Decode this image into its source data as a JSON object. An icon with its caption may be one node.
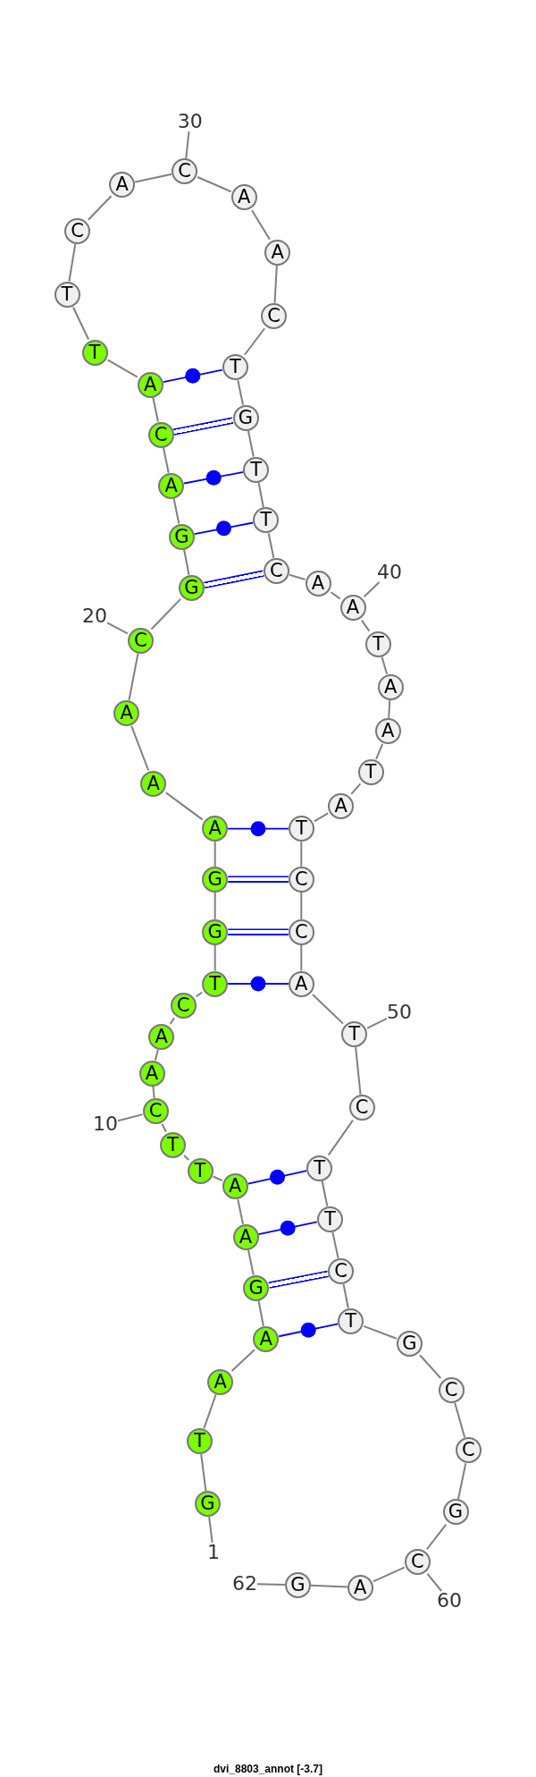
{
  "diagram": {
    "caption": "dvi_8803_annot [-3.7]",
    "nodes": [
      {
        "text": [
          "G"
        ]
      },
      {
        "text": [
          "T"
        ]
      },
      {
        "text": [
          "A"
        ]
      },
      {
        "text": [
          "A"
        ]
      },
      {
        "text": [
          "G"
        ]
      },
      {
        "text": [
          "A"
        ]
      },
      {
        "text": [
          "A"
        ]
      },
      {
        "text": [
          "T"
        ]
      },
      {
        "text": [
          "T"
        ]
      },
      {
        "text": [
          "C"
        ]
      },
      {
        "text": [
          "A"
        ]
      },
      {
        "text": [
          "A"
        ]
      },
      {
        "text": [
          "C"
        ]
      },
      {
        "text": [
          "T"
        ]
      },
      {
        "text": [
          "G"
        ]
      },
      {
        "text": [
          "G"
        ]
      },
      {
        "text": [
          "A"
        ]
      },
      {
        "text": [
          "A"
        ]
      },
      {
        "text": [
          "A"
        ]
      },
      {
        "text": [
          "C"
        ]
      },
      {
        "text": [
          "G"
        ]
      },
      {
        "text": [
          "G"
        ]
      },
      {
        "text": [
          "A"
        ]
      },
      {
        "text": [
          "C"
        ]
      },
      {
        "text": [
          "A"
        ]
      },
      {
        "text": [
          "T"
        ]
      },
      {
        "text": [
          "T"
        ]
      },
      {
        "text": [
          "C"
        ]
      },
      {
        "text": [
          "A"
        ]
      },
      {
        "text": [
          "C"
        ]
      },
      {
        "text": [
          "A"
        ]
      },
      {
        "text": [
          "A"
        ]
      },
      {
        "text": [
          "C"
        ]
      },
      {
        "text": [
          "T"
        ]
      },
      {
        "text": [
          "G"
        ]
      },
      {
        "text": [
          "T"
        ]
      },
      {
        "text": [
          "T"
        ]
      },
      {
        "text": [
          "C"
        ]
      },
      {
        "text": [
          "A"
        ]
      },
      {
        "text": [
          "A"
        ]
      },
      {
        "text": [
          "T"
        ]
      },
      {
        "text": [
          "A"
        ]
      },
      {
        "text": [
          "A"
        ]
      },
      {
        "text": [
          "T"
        ]
      },
      {
        "text": [
          "A"
        ]
      },
      {
        "text": [
          "T"
        ]
      },
      {
        "text": [
          "C"
        ]
      },
      {
        "text": [
          "C"
        ]
      },
      {
        "text": [
          "A"
        ]
      },
      {
        "text": [
          "T"
        ]
      },
      {
        "text": [
          "C"
        ]
      },
      {
        "text": [
          "T"
        ]
      },
      {
        "text": [
          "T"
        ]
      },
      {
        "text": [
          "C"
        ]
      },
      {
        "text": [
          "T"
        ]
      },
      {
        "text": [
          "G"
        ]
      },
      {
        "text": [
          "C"
        ]
      },
      {
        "text": [
          "C"
        ]
      },
      {
        "text": [
          "G"
        ]
      },
      {
        "text": [
          "C"
        ]
      },
      {
        "text": [
          "A"
        ]
      },
      {
        "text": [
          "G"
        ]
      },
      {
        "text": [
          "1"
        ]
      },
      {
        "text": [
          "10"
        ]
      },
      {
        "text": [
          "20"
        ]
      },
      {
        "text": [
          "30"
        ]
      },
      {
        "text": [
          "40"
        ]
      },
      {
        "text": [
          "50"
        ]
      },
      {
        "text": [
          "60"
        ]
      },
      {
        "text": [
          "62"
        ]
      }
    ],
    "edges": [
      {
        "from": 0,
        "to": 1,
        "arrow": "none"
      },
      {
        "from": 1,
        "to": 2,
        "arrow": "none"
      },
      {
        "from": 2,
        "to": 3,
        "arrow": "none"
      },
      {
        "from": 3,
        "to": 4,
        "arrow": "none"
      },
      {
        "from": 4,
        "to": 5,
        "arrow": "none"
      },
      {
        "from": 5,
        "to": 6,
        "arrow": "none"
      },
      {
        "from": 6,
        "to": 7,
        "arrow": "none"
      },
      {
        "from": 7,
        "to": 8,
        "arrow": "none"
      },
      {
        "from": 8,
        "to": 9,
        "arrow": "none"
      },
      {
        "from": 9,
        "to": 10,
        "arrow": "none"
      },
      {
        "from": 10,
        "to": 11,
        "arrow": "none"
      },
      {
        "from": 11,
        "to": 12,
        "arrow": "none"
      },
      {
        "from": 12,
        "to": 13,
        "arrow": "none"
      },
      {
        "from": 13,
        "to": 14,
        "arrow": "none"
      },
      {
        "from": 14,
        "to": 15,
        "arrow": "none"
      },
      {
        "from": 15,
        "to": 16,
        "arrow": "none"
      },
      {
        "from": 16,
        "to": 17,
        "arrow": "none"
      },
      {
        "from": 17,
        "to": 18,
        "arrow": "none"
      },
      {
        "from": 18,
        "to": 19,
        "arrow": "none"
      },
      {
        "from": 19,
        "to": 20,
        "arrow": "none"
      },
      {
        "from": 20,
        "to": 21,
        "arrow": "none"
      },
      {
        "from": 21,
        "to": 22,
        "arrow": "none"
      },
      {
        "from": 22,
        "to": 23,
        "arrow": "none"
      },
      {
        "from": 23,
        "to": 24,
        "arrow": "none"
      },
      {
        "from": 24,
        "to": 25,
        "arrow": "none"
      },
      {
        "from": 25,
        "to": 26,
        "arrow": "none"
      },
      {
        "from": 26,
        "to": 27,
        "arrow": "none"
      },
      {
        "from": 27,
        "to": 28,
        "arrow": "none"
      },
      {
        "from": 28,
        "to": 29,
        "arrow": "none"
      },
      {
        "from": 29,
        "to": 30,
        "arrow": "none"
      },
      {
        "from": 30,
        "to": 31,
        "arrow": "none"
      },
      {
        "from": 31,
        "to": 32,
        "arrow": "none"
      },
      {
        "from": 32,
        "to": 33,
        "arrow": "none"
      },
      {
        "from": 33,
        "to": 34,
        "arrow": "none"
      },
      {
        "from": 34,
        "to": 35,
        "arrow": "none"
      },
      {
        "from": 35,
        "to": 36,
        "arrow": "none"
      },
      {
        "from": 36,
        "to": 37,
        "arrow": "none"
      },
      {
        "from": 37,
        "to": 38,
        "arrow": "none"
      },
      {
        "from": 38,
        "to": 39,
        "arrow": "none"
      },
      {
        "from": 39,
        "to": 40,
        "arrow": "none"
      },
      {
        "from": 40,
        "to": 41,
        "arrow": "none"
      },
      {
        "from": 41,
        "to": 42,
        "arrow": "none"
      },
      {
        "from": 42,
        "to": 43,
        "arrow": "none"
      },
      {
        "from": 43,
        "to": 44,
        "arrow": "none"
      },
      {
        "from": 44,
        "to": 45,
        "arrow": "none"
      },
      {
        "from": 45,
        "to": 46,
        "arrow": "none"
      },
      {
        "from": 46,
        "to": 47,
        "arrow": "none"
      },
      {
        "from": 47,
        "to": 48,
        "arrow": "none"
      },
      {
        "from": 48,
        "to": 49,
        "arrow": "none"
      },
      {
        "from": 49,
        "to": 50,
        "arrow": "none"
      },
      {
        "from": 50,
        "to": 51,
        "arrow": "none"
      },
      {
        "from": 51,
        "to": 52,
        "arrow": "none"
      },
      {
        "from": 52,
        "to": 53,
        "arrow": "none"
      },
      {
        "from": 53,
        "to": 54,
        "arrow": "none"
      },
      {
        "from": 54,
        "to": 55,
        "arrow": "none"
      },
      {
        "from": 55,
        "to": 56,
        "arrow": "none"
      },
      {
        "from": 56,
        "to": 57,
        "arrow": "none"
      },
      {
        "from": 57,
        "to": 58,
        "arrow": "none"
      },
      {
        "from": 58,
        "to": 59,
        "arrow": "none"
      },
      {
        "from": 59,
        "to": 60,
        "arrow": "none"
      },
      {
        "from": 60,
        "to": 61,
        "arrow": "none"
      },
      {
        "from": 16,
        "to": 45,
        "arrow": "none",
        "color": "#0000ff"
      },
      {
        "from": 15,
        "to": 46,
        "arrow": "none",
        "style": "thick",
        "color": "#0000ff"
      },
      {
        "from": 14,
        "to": 47,
        "arrow": "none",
        "style": "thick",
        "color": "#0000ff"
      },
      {
        "from": 13,
        "to": 48,
        "arrow": "none",
        "color": "#0000ff"
      },
      {
        "from": 20,
        "to": 37,
        "arrow": "none",
        "style": "thick",
        "color": "#0000ff"
      },
      {
        "from": 21,
        "to": 36,
        "arrow": "none",
        "color": "#0000ff"
      },
      {
        "from": 22,
        "to": 35,
        "arrow": "none",
        "color": "#0000ff"
      },
      {
        "from": 23,
        "to": 34,
        "arrow": "none",
        "style": "thick",
        "color": "#0000ff"
      },
      {
        "from": 24,
        "to": 33,
        "arrow": "none",
        "color": "#0000ff"
      },
      {
        "from": 3,
        "to": 54,
        "arrow": "none",
        "color": "#0000ff"
      },
      {
        "from": 4,
        "to": 53,
        "arrow": "none",
        "style": "thick",
        "color": "#0000ff"
      },
      {
        "from": 5,
        "to": 52,
        "arrow": "none",
        "color": "#0000ff"
      },
      {
        "from": 6,
        "to": 51,
        "arrow": "none",
        "color": "#0000ff"
      },
      {
        "from": 62,
        "to": 0,
        "arrow": "none"
      },
      {
        "from": 63,
        "to": 9,
        "arrow": "none"
      },
      {
        "from": 64,
        "to": 19,
        "arrow": "none"
      },
      {
        "from": 65,
        "to": 29,
        "arrow": "none"
      },
      {
        "from": 66,
        "to": 39,
        "arrow": "none"
      },
      {
        "from": 67,
        "to": 49,
        "arrow": "none"
      },
      {
        "from": 68,
        "to": 59,
        "arrow": "none"
      },
      {
        "from": 69,
        "to": 61,
        "arrow": "none"
      }
    ]
  }
}
